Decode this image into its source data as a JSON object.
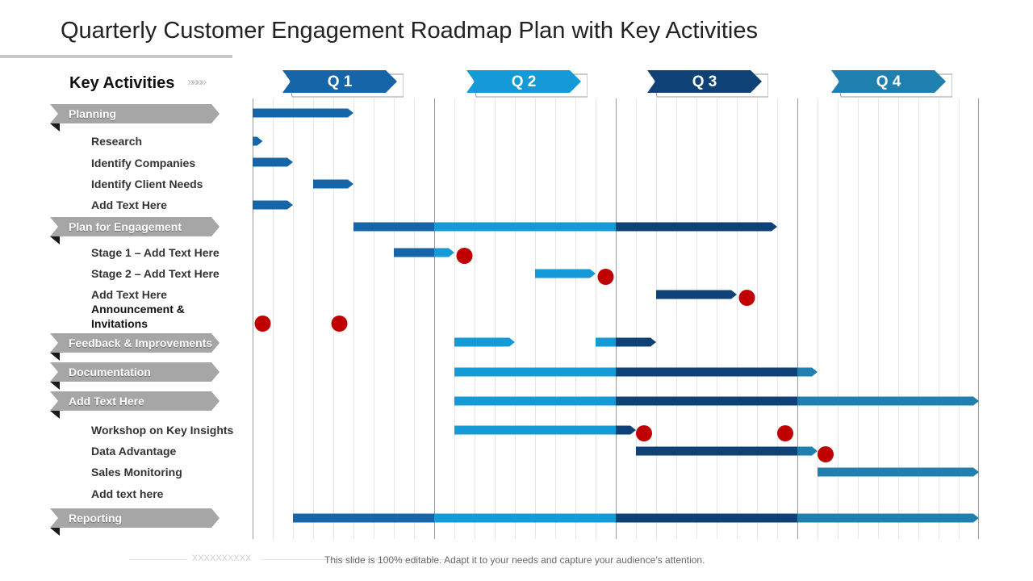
{
  "title": "Quarterly Customer Engagement Roadmap Plan with Key Activities",
  "key_activities_label": "Key Activities",
  "key_chevrons": "»»»»",
  "quarters": [
    {
      "label": "Q 1",
      "color": "#1565a8"
    },
    {
      "label": "Q 2",
      "color": "#149bd7"
    },
    {
      "label": "Q 3",
      "color": "#0e4176"
    },
    {
      "label": "Q 4",
      "color": "#1f7fae"
    }
  ],
  "categories": [
    {
      "label": "Planning"
    },
    {
      "label": "Plan for Engagement"
    },
    {
      "label": "Feedback & Improvements"
    },
    {
      "label": "Documentation"
    },
    {
      "label": "Add Text Here"
    },
    {
      "label": "Reporting"
    }
  ],
  "tasks": [
    {
      "label": "Research"
    },
    {
      "label": "Identify Companies"
    },
    {
      "label": "Identify Client Needs"
    },
    {
      "label": "Add Text Here"
    },
    {
      "label": "Stage 1 – Add Text Here"
    },
    {
      "label": "Stage 2 – Add Text Here"
    },
    {
      "label": "Add Text Here"
    },
    {
      "label": "Announcement &"
    },
    {
      "label": "Invitations"
    },
    {
      "label": "Workshop  on Key Insights"
    },
    {
      "label": "Data Advantage"
    },
    {
      "label": "Sales Monitoring"
    },
    {
      "label": "Add text here"
    }
  ],
  "chart_data": {
    "type": "gantt",
    "x_unit": "week",
    "x_range": [
      0,
      36
    ],
    "weeks_per_quarter": 9,
    "milestone_color": "#c00000",
    "rows": [
      {
        "row": 0,
        "segments": [
          [
            0,
            5
          ]
        ]
      },
      {
        "row": 1,
        "segments": [
          [
            0,
            0.5
          ]
        ]
      },
      {
        "row": 2,
        "segments": [
          [
            0,
            2
          ]
        ]
      },
      {
        "row": 3,
        "segments": [
          [
            3,
            5
          ]
        ]
      },
      {
        "row": 4,
        "segments": [
          [
            0,
            2
          ]
        ]
      },
      {
        "row": 5,
        "segments": [
          [
            5,
            26
          ]
        ]
      },
      {
        "row": 6,
        "segments": [
          [
            7,
            10
          ]
        ],
        "milestones": [
          10.5
        ]
      },
      {
        "row": 7,
        "segments": [
          [
            14,
            17
          ]
        ],
        "milestones": [
          17.5
        ]
      },
      {
        "row": 8,
        "segments": [
          [
            20,
            24
          ]
        ],
        "milestones": [
          24.5
        ]
      },
      {
        "row": 9,
        "segments": [],
        "milestones": [
          0.5,
          4.3
        ]
      },
      {
        "row": 10,
        "segments": [
          [
            10,
            13
          ],
          [
            17,
            20
          ]
        ]
      },
      {
        "row": 11,
        "segments": [
          [
            10,
            28
          ]
        ]
      },
      {
        "row": 12,
        "segments": [
          [
            10,
            36
          ]
        ]
      },
      {
        "row": 13,
        "segments": [
          [
            10,
            19
          ]
        ],
        "milestones": [
          19.4,
          26.4
        ]
      },
      {
        "row": 14,
        "segments": [
          [
            19,
            28
          ]
        ],
        "milestones": [
          28.4
        ]
      },
      {
        "row": 15,
        "segments": [
          [
            28,
            36
          ]
        ]
      },
      {
        "row": 16,
        "segments": [
          [
            2,
            36
          ]
        ]
      }
    ]
  },
  "footer_left": "XXXXXXXXXX",
  "footer_note": "This slide is 100% editable. Adapt it to your needs and capture your audience’s attention."
}
